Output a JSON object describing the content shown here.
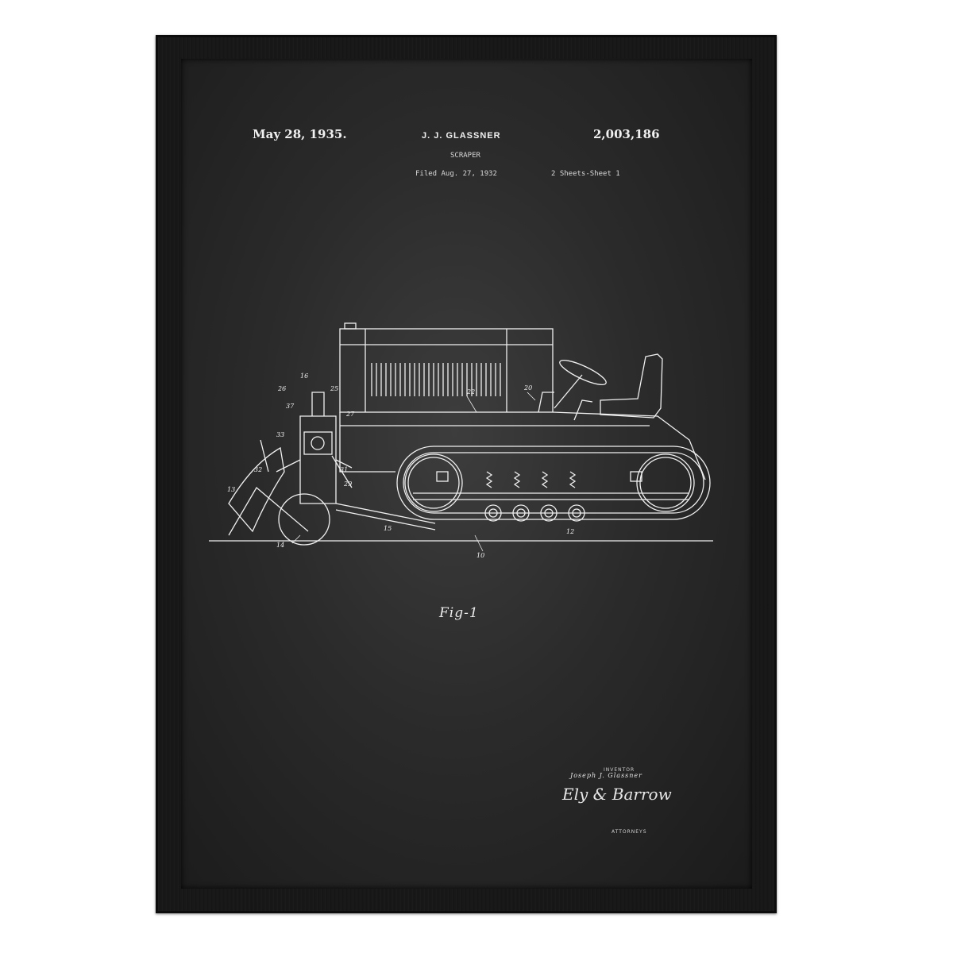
{
  "patent": {
    "date": "May 28, 1935.",
    "inventor_header": "J. J. GLASSNER",
    "number": "2,003,186",
    "title": "SCRAPER",
    "filed": "Filed Aug. 27, 1932",
    "sheets": "2 Sheets-Sheet 1"
  },
  "figure": {
    "label": "Fig-1"
  },
  "signature": {
    "inventor_caption": "INVENTOR",
    "inventor_name": "Joseph J. Glassner",
    "attorney_signature": "Ely & Barrow",
    "attorneys_caption": "ATTORNEYS"
  },
  "colors": {
    "frame": "#151515",
    "poster_background": "#2b2b2b",
    "line_art": "#f0f0f0"
  }
}
